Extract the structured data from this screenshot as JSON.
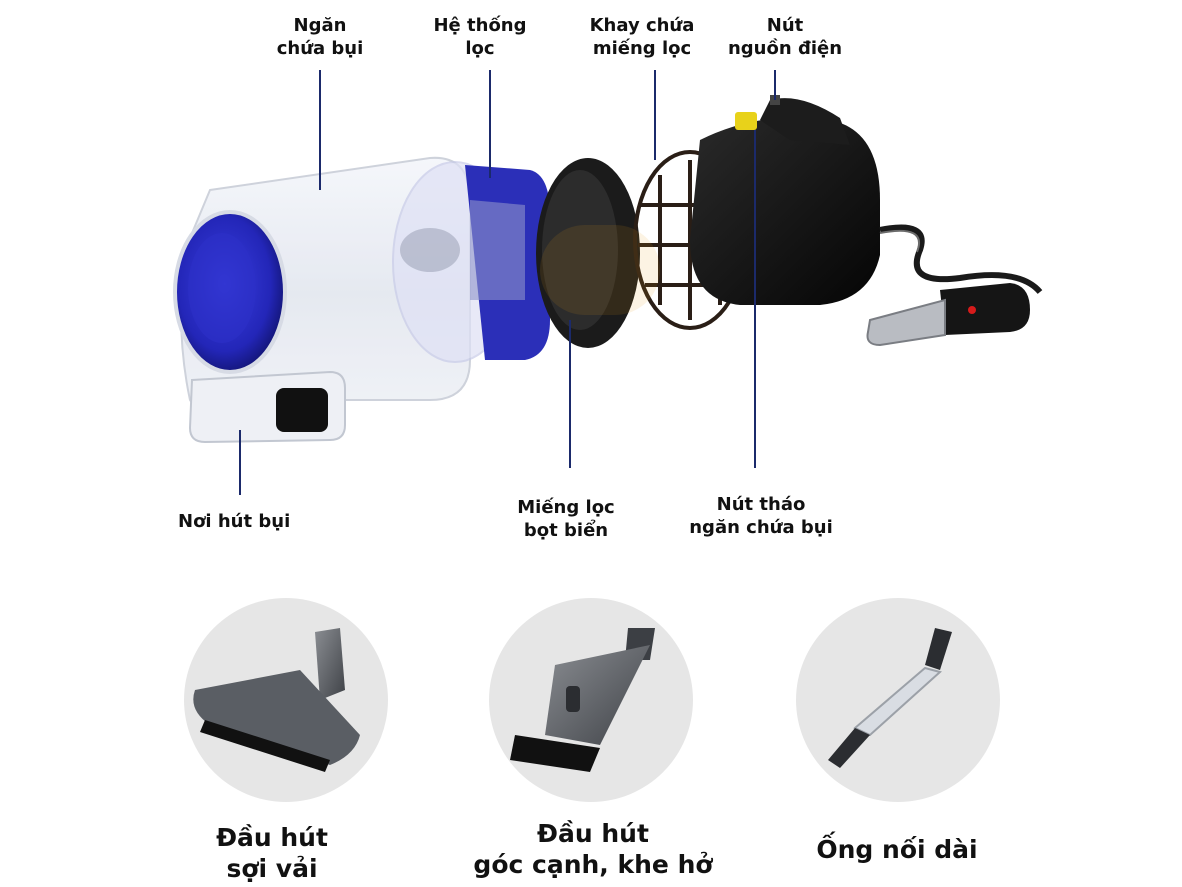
{
  "callouts": {
    "dust_chamber": [
      "Ngăn",
      "chứa bụi"
    ],
    "filter_system": [
      "Hệ thống",
      "lọc"
    ],
    "filter_tray": [
      "Khay chứa",
      "miếng lọc"
    ],
    "power_button": [
      "Nút",
      "nguồn điện"
    ],
    "suction_inlet": [
      "Nơi hút bụi"
    ],
    "sponge_filter": [
      "Miếng lọc",
      "bọt biển"
    ],
    "release_button": [
      "Nút tháo",
      "ngăn chứa bụi"
    ]
  },
  "accessories": [
    {
      "caption": [
        "Đầu hút",
        "sợi vải"
      ],
      "icon": "upholstery-brush-icon"
    },
    {
      "caption": [
        "Đầu hút",
        "góc cạnh, khe hở"
      ],
      "icon": "crevice-brush-icon"
    },
    {
      "caption": [
        "Ống nối dài"
      ],
      "icon": "extension-tube-icon"
    }
  ],
  "colors": {
    "accent_blue": "#2b2fb8",
    "leader_line": "#1b2a6b",
    "accessory_bg": "#e6e6e6",
    "body_dark": "#141414",
    "power_yellow": "#e8d21a"
  }
}
